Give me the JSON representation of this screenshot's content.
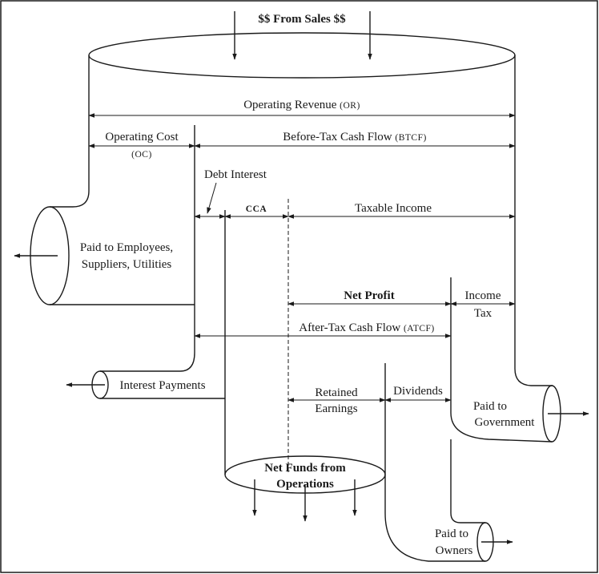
{
  "labels": {
    "from_sales": "$$ From Sales $$",
    "operating_revenue": "Operating Revenue",
    "operating_revenue_abbr": "(OR)",
    "operating_cost": "Operating Cost",
    "operating_cost_abbr": "(OC)",
    "before_tax_cash_flow": "Before-Tax Cash Flow",
    "before_tax_cash_flow_abbr": "(BTCF)",
    "debt_interest": "Debt Interest",
    "cca": "CCA",
    "taxable_income": "Taxable Income",
    "paid_to_employees_line1": "Paid to Employees,",
    "paid_to_employees_line2": "Suppliers, Utilities",
    "net_profit": "Net Profit",
    "income_tax_line1": "Income",
    "income_tax_line2": "Tax",
    "after_tax_cash_flow": "After-Tax Cash Flow",
    "after_tax_cash_flow_abbr": "(ATCF)",
    "interest_payments": "Interest Payments",
    "retained_earnings_line1": "Retained",
    "retained_earnings_line2": "Earnings",
    "dividends": "Dividends",
    "paid_to_government_line1": "Paid to",
    "paid_to_government_line2": "Government",
    "net_funds_line1": "Net Funds from",
    "net_funds_line2": "Operations",
    "paid_to_owners_line1": "Paid to",
    "paid_to_owners_line2": "Owners"
  }
}
